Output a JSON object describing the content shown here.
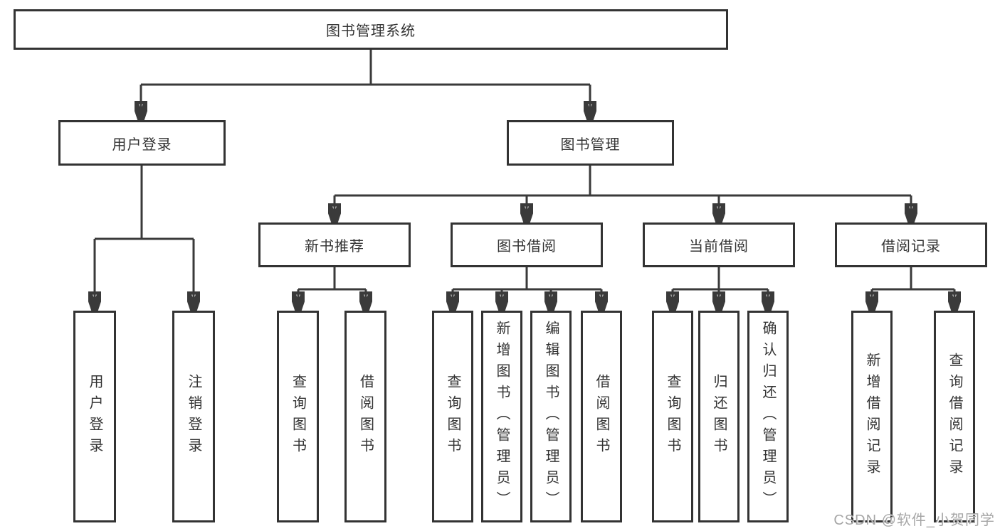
{
  "diagram": {
    "root": "图书管理系统",
    "level2": [
      "用户登录",
      "图书管理"
    ],
    "level3": [
      "新书推荐",
      "图书借阅",
      "当前借阅",
      "借阅记录"
    ],
    "leaves_login": [
      "用户登录",
      "注销登录"
    ],
    "leaves_newbook": [
      "查询图书",
      "借阅图书"
    ],
    "leaves_borrow": [
      "查询图书",
      "新增图书（管理员）",
      "编辑图书（管理员）",
      "借阅图书"
    ],
    "leaves_current": [
      "查询图书",
      "归还图书",
      "确认归还（管理员）"
    ],
    "leaves_records": [
      "新增借阅记录",
      "查询借阅记录"
    ]
  },
  "watermark": "CSDN @软件_小贺同学",
  "colors": {
    "line": "#3a3a3a",
    "box_border": "#333333",
    "text": "#333333",
    "background": "#ffffff",
    "watermark": "#a6a6a6"
  }
}
